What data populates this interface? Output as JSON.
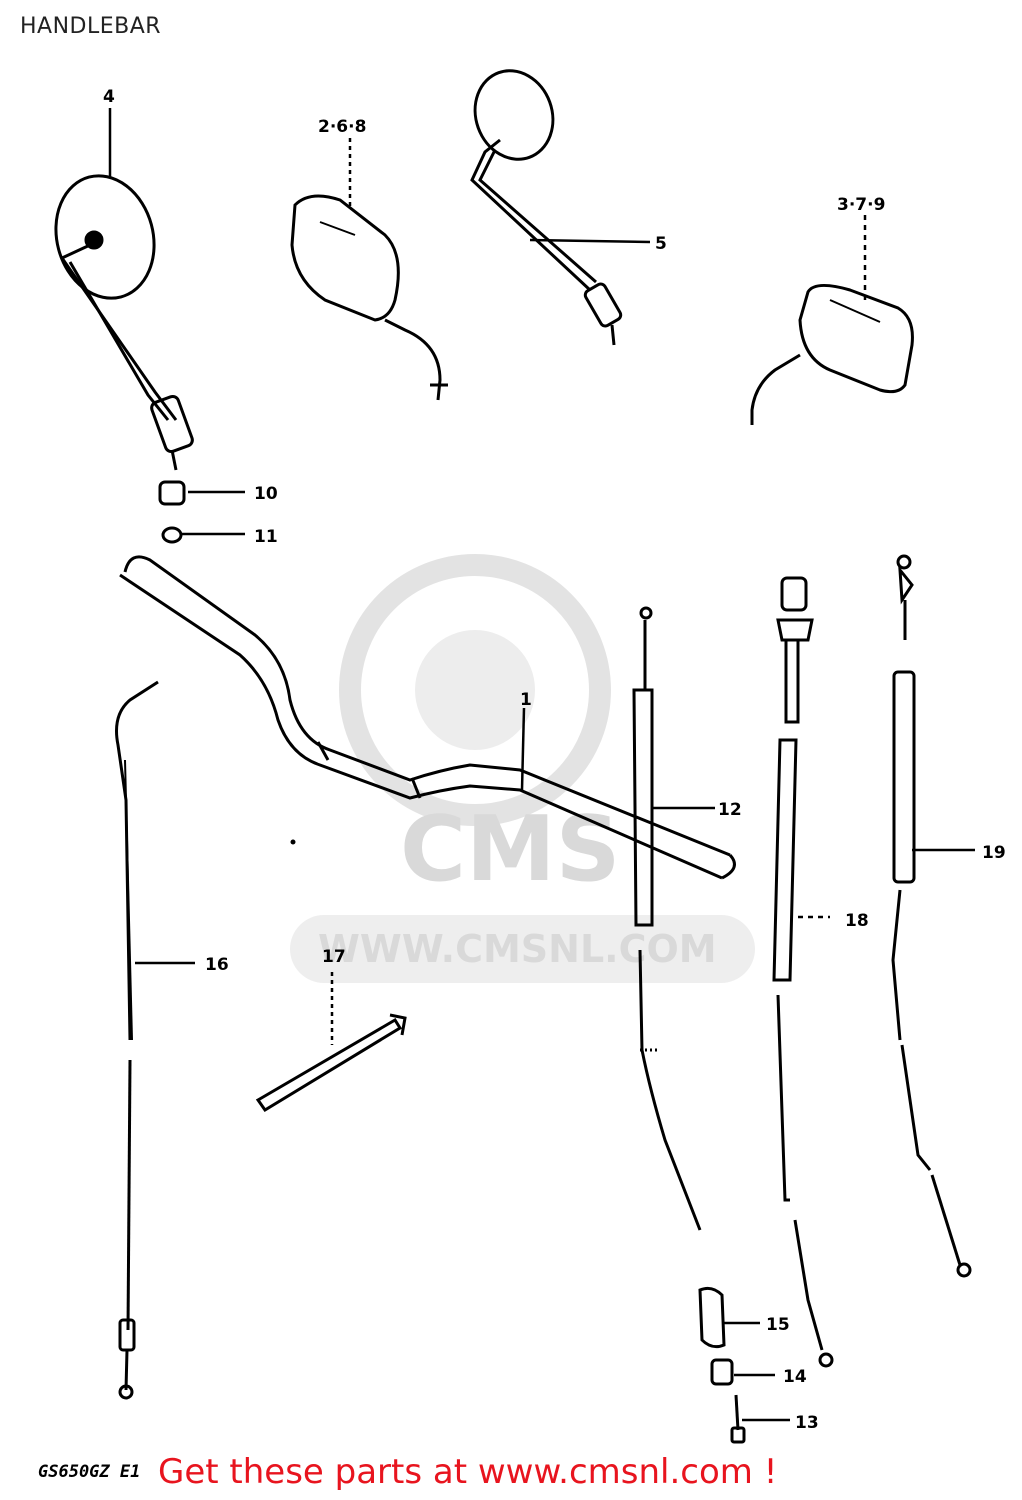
{
  "title": "HANDLEBAR",
  "model_code": "GS650GZ E1",
  "watermark": {
    "logo_text": "CMS",
    "url_text": "WWW.CMSNL.COM"
  },
  "promo_text": "Get these parts at www.cmsnl.com !",
  "parts": {
    "p1": "1",
    "p268": "2·6·8",
    "p379": "3·7·9",
    "p4": "4",
    "p5": "5",
    "p10": "10",
    "p11": "11",
    "p12": "12",
    "p13": "13",
    "p14": "14",
    "p15": "15",
    "p16": "16",
    "p17": "17",
    "p18": "18",
    "p19": "19"
  },
  "colors": {
    "promo": "#e8141e",
    "watermark": "#d9d9d9",
    "lines": "#000000"
  }
}
